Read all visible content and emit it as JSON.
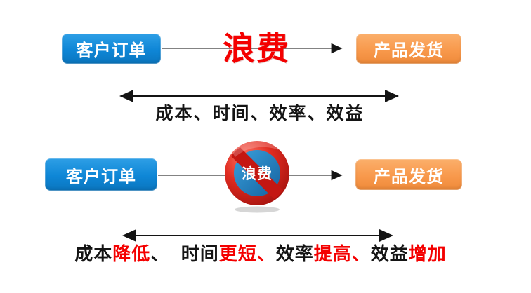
{
  "colors": {
    "blue": "#0E86D6",
    "blue_light": "#2E9FE6",
    "blue_dark": "#0B76BF",
    "orange": "#F8994C",
    "orange_light": "#FBAF6B",
    "orange_dark": "#EF8A3A",
    "red": "#F40000",
    "text_black": "#141414",
    "connector_line": "#5A5A5A",
    "arrow_black": "#141414",
    "badge_ring_red": "#D21E14",
    "badge_inner_blue": "#1C77C3"
  },
  "top_flow": {
    "left_button_label": "客户订单",
    "center_label": "浪费",
    "right_button_label": "产品发货",
    "metrics_label": "成本、时间、效率、效益"
  },
  "bottom_flow": {
    "left_button_label": "客户订单",
    "no_waste_badge_label": "浪费",
    "right_button_label": "产品发货",
    "metrics_segments": [
      {
        "text": "成本",
        "color": "black"
      },
      {
        "text": "降低",
        "color": "red"
      },
      {
        "text": "、",
        "color": "black"
      },
      {
        "text": "  ",
        "color": "black"
      },
      {
        "text": "时间",
        "color": "black"
      },
      {
        "text": "更短",
        "color": "red"
      },
      {
        "text": "、",
        "color": "red"
      },
      {
        "text": "效率",
        "color": "black"
      },
      {
        "text": "提高",
        "color": "red"
      },
      {
        "text": "、",
        "color": "red"
      },
      {
        "text": "效益",
        "color": "black"
      },
      {
        "text": "增加",
        "color": "red"
      }
    ]
  }
}
